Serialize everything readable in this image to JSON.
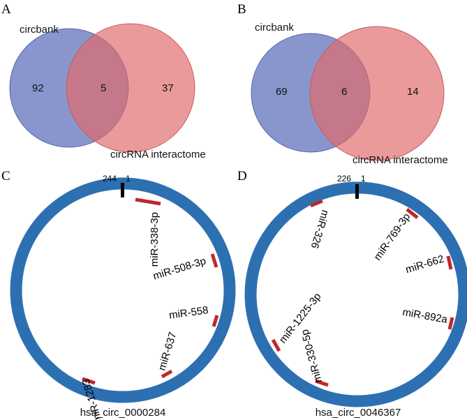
{
  "colors": {
    "set_left": "#6878bf",
    "set_right": "#e06a6a",
    "ring": "#2c70b2",
    "site": "#c0282c",
    "start_mark": "#000000"
  },
  "panels": {
    "A": {
      "letter": "A",
      "left_label": "circbank",
      "right_label": "circRNA interactome",
      "left_only": "92",
      "overlap": "5",
      "right_only": "37"
    },
    "B": {
      "letter": "B",
      "left_label": "circbank",
      "right_label": "circRNA interactome",
      "left_only": "69",
      "overlap": "6",
      "right_only": "14"
    },
    "C": {
      "letter": "C",
      "circ_name": "hsa_circ_0000284",
      "end_pos": "244",
      "start_pos": "1",
      "mirnas": [
        "miR-338-3p",
        "miR-508-3p",
        "miR-558",
        "miR-637",
        "miR-1283"
      ]
    },
    "D": {
      "letter": "D",
      "circ_name": "hsa_circ_0046367",
      "end_pos": "226",
      "start_pos": "1",
      "mirnas": [
        "miR-326",
        "miR-769-3p",
        "miR-662",
        "miR-892a",
        "miR-330-5p",
        "miR-1225-3p"
      ]
    }
  }
}
